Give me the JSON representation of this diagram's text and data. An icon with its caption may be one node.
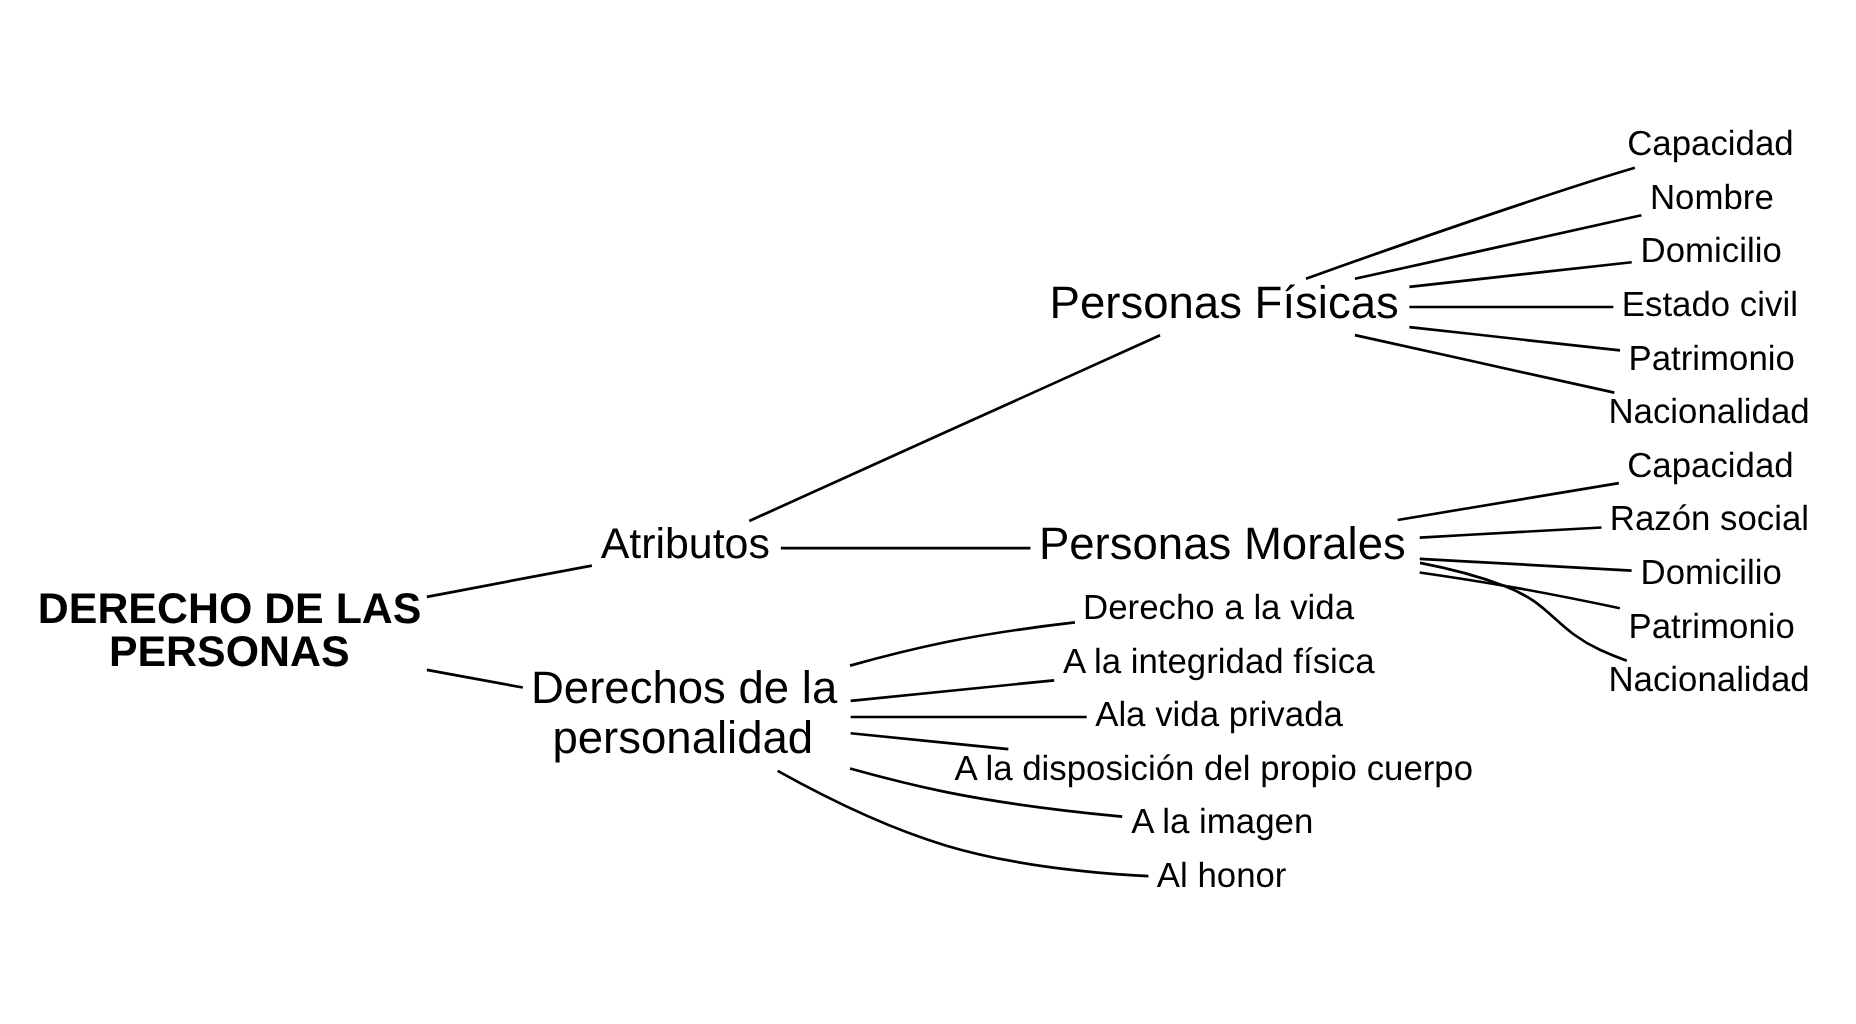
{
  "diagram": {
    "nodes": [
      {
        "text": [
          "DERECHO DE LAS PERSONAS"
        ]
      },
      {
        "text": [
          "Atributos"
        ]
      },
      {
        "text": [
          "Personas Físicas"
        ]
      },
      {
        "text": [
          "Capacidad"
        ]
      },
      {
        "text": [
          "Nombre"
        ]
      },
      {
        "text": [
          "Domicilio"
        ]
      },
      {
        "text": [
          "Estado civil"
        ]
      },
      {
        "text": [
          "Patrimonio"
        ]
      },
      {
        "text": [
          "Nacionalidad"
        ]
      },
      {
        "text": [
          "Personas Morales"
        ]
      },
      {
        "text": [
          "Capacidad"
        ]
      },
      {
        "text": [
          "Razón social"
        ]
      },
      {
        "text": [
          "Domicilio"
        ]
      },
      {
        "text": [
          "Patrimonio"
        ]
      },
      {
        "text": [
          "Nacionalidad"
        ]
      },
      {
        "text": [
          "Derechos de la personalidad"
        ]
      },
      {
        "text": [
          "Derecho a la vida"
        ]
      },
      {
        "text": [
          "A la integridad física"
        ]
      },
      {
        "text": [
          "Ala vida privada"
        ]
      },
      {
        "text": [
          "A la disposición del propio cuerpo"
        ]
      },
      {
        "text": [
          "A la imagen"
        ]
      },
      {
        "text": [
          "Al honor"
        ]
      }
    ],
    "edges": [
      {
        "from": 0,
        "to": 1,
        "arrow": "none"
      },
      {
        "from": 0,
        "to": 15,
        "arrow": "none"
      },
      {
        "from": 1,
        "to": 2,
        "arrow": "none"
      },
      {
        "from": 1,
        "to": 9,
        "arrow": "none"
      },
      {
        "from": 2,
        "to": 3,
        "arrow": "none"
      },
      {
        "from": 2,
        "to": 4,
        "arrow": "none"
      },
      {
        "from": 2,
        "to": 5,
        "arrow": "none"
      },
      {
        "from": 2,
        "to": 6,
        "arrow": "none"
      },
      {
        "from": 2,
        "to": 7,
        "arrow": "none"
      },
      {
        "from": 2,
        "to": 8,
        "arrow": "none"
      },
      {
        "from": 9,
        "to": 10,
        "arrow": "none"
      },
      {
        "from": 9,
        "to": 11,
        "arrow": "none"
      },
      {
        "from": 9,
        "to": 12,
        "arrow": "none"
      },
      {
        "from": 9,
        "to": 13,
        "arrow": "none"
      },
      {
        "from": 9,
        "to": 14,
        "arrow": "none"
      },
      {
        "from": 15,
        "to": 16,
        "arrow": "none"
      },
      {
        "from": 15,
        "to": 17,
        "arrow": "none"
      },
      {
        "from": 15,
        "to": 18,
        "arrow": "none"
      },
      {
        "from": 15,
        "to": 19,
        "arrow": "none"
      },
      {
        "from": 15,
        "to": 20,
        "arrow": "none"
      },
      {
        "from": 15,
        "to": 21,
        "arrow": "none"
      }
    ]
  }
}
